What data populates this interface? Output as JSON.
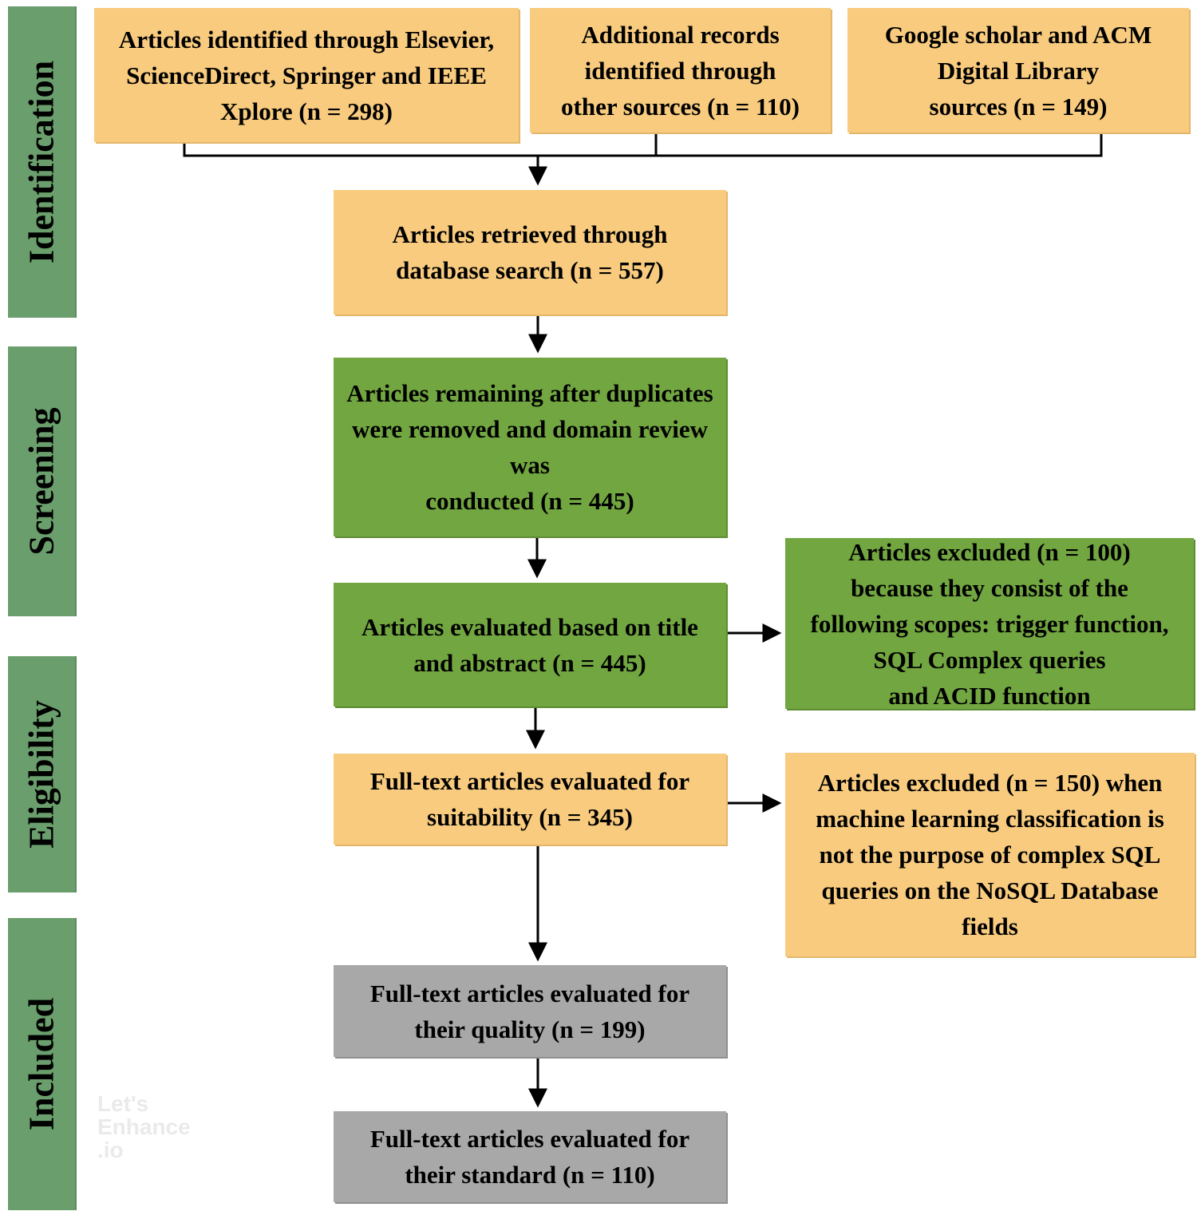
{
  "phases": {
    "identification": "Identification",
    "screening": "Screening",
    "eligibility": "Eligibility",
    "included": "Included"
  },
  "boxes": {
    "source_elsevier": "Articles identified through Elsevier,\nScienceDirect, Springer and IEEE\nXplore (n = 298)",
    "source_additional": "Additional records\nidentified through\nother sources (n = 110)",
    "source_google": "Google scholar and ACM\nDigital Library\nsources (n = 149)",
    "retrieved": "Articles retrieved through\ndatabase search (n = 557)",
    "after_duplicates": "Articles remaining after duplicates\nwere removed and domain review\nwas\nconducted (n = 445)",
    "title_abstract": "Articles evaluated based on title\nand abstract (n = 445)",
    "excluded_100": "Articles excluded (n = 100)\nbecause they consist of the\nfollowing scopes: trigger function,\nSQL Complex queries\nand ACID function",
    "full_text_suitability": "Full-text articles evaluated for\nsuitability (n = 345)",
    "excluded_150": "Articles excluded (n = 150) when\nmachine learning classification is\nnot the purpose of complex SQL\nqueries on the NoSQL Database\nfields",
    "quality": "Full-text articles evaluated for\ntheir quality (n = 199)",
    "standard": "Full-text articles evaluated for\ntheir standard (n = 110)"
  },
  "watermark": "Let's Enhance .io",
  "colors": {
    "phase_band": "#6a9e6c",
    "identification_box": "#f8cb7e",
    "screening_box": "#72a640",
    "included_box": "#a8a8a8",
    "connector": "#000000"
  }
}
